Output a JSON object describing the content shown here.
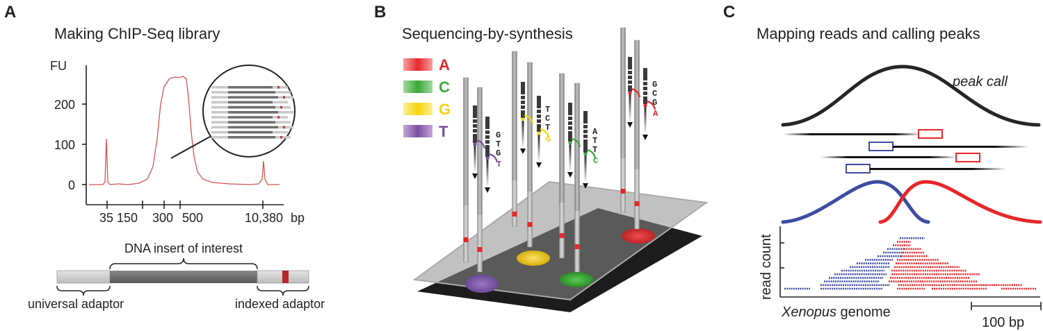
{
  "panels": {
    "a": {
      "letter": "A",
      "title": "Making ChIP-Seq library",
      "y_axis_label": "FU",
      "y_ticks": [
        "0",
        "100",
        "200"
      ],
      "x_ticks": [
        "35",
        "150",
        "300",
        "500",
        "10,380"
      ],
      "x_unit": "bp",
      "insert_label": "DNA insert of interest",
      "left_adaptor_label": "universal adaptor",
      "right_adaptor_label": "indexed adaptor"
    },
    "b": {
      "letter": "B",
      "title": "Sequencing-by-synthesis",
      "legend": [
        {
          "base": "A",
          "color": "#e8262a"
        },
        {
          "base": "C",
          "color": "#3aa935"
        },
        {
          "base": "G",
          "color": "#f4d50b"
        },
        {
          "base": "T",
          "color": "#7b4fa0"
        }
      ],
      "strand_bases": [
        "G",
        "T",
        "G",
        "T",
        "T",
        "C",
        "T",
        "G",
        "A",
        "T",
        "T",
        "C",
        "G",
        "C",
        "G",
        "A"
      ]
    },
    "c": {
      "letter": "C",
      "title": "Mapping reads and calling peaks",
      "peak_label": "peak call",
      "y_axis_label": "read count",
      "x_axis_label_italic": "Xenopus",
      "x_axis_label_rest": " genome",
      "scale_label": "100 bp"
    }
  },
  "colors": {
    "trace": "#d9534f",
    "forward": "#e8262a",
    "reverse": "#3c4da0",
    "peak": "#222222"
  }
}
